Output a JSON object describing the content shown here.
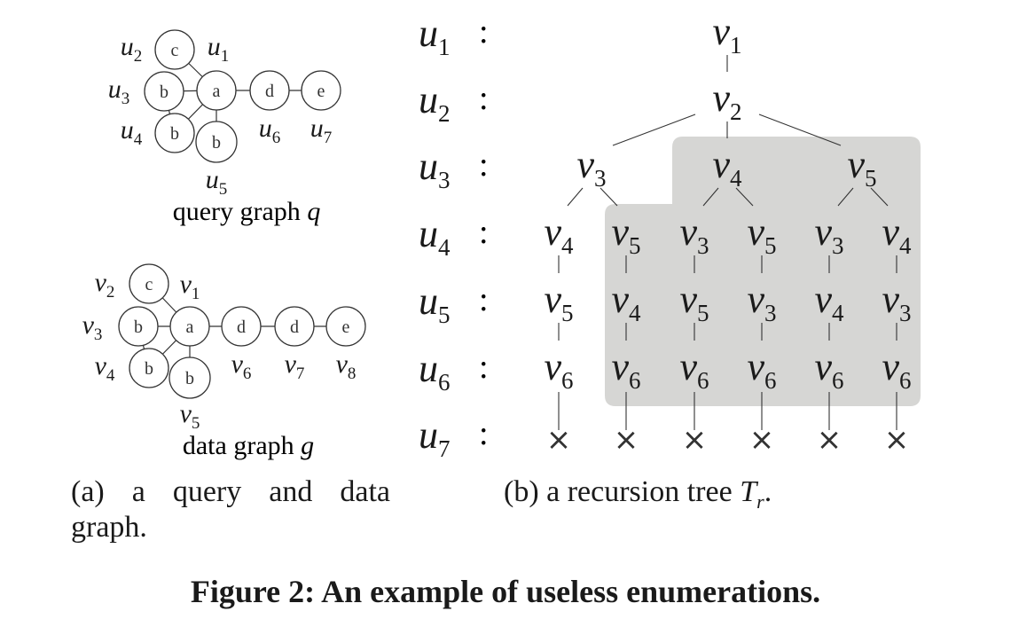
{
  "query_graph": {
    "caption_text": "query graph",
    "caption_var": "q",
    "nodes": [
      {
        "id": "u1",
        "label": "a",
        "var": "u",
        "sub": "1"
      },
      {
        "id": "u2",
        "label": "c",
        "var": "u",
        "sub": "2"
      },
      {
        "id": "u3",
        "label": "b",
        "var": "u",
        "sub": "3"
      },
      {
        "id": "u4",
        "label": "b",
        "var": "u",
        "sub": "4"
      },
      {
        "id": "u5",
        "label": "b",
        "var": "u",
        "sub": "5"
      },
      {
        "id": "u6",
        "label": "d",
        "var": "u",
        "sub": "6"
      },
      {
        "id": "u7",
        "label": "e",
        "var": "u",
        "sub": "7"
      }
    ],
    "edges": [
      [
        "u1",
        "u2"
      ],
      [
        "u1",
        "u3"
      ],
      [
        "u1",
        "u4"
      ],
      [
        "u1",
        "u5"
      ],
      [
        "u1",
        "u6"
      ],
      [
        "u6",
        "u7"
      ],
      [
        "u3",
        "u4"
      ]
    ]
  },
  "data_graph": {
    "caption_text": "data graph",
    "caption_var": "g",
    "nodes": [
      {
        "id": "v1",
        "label": "a",
        "var": "v",
        "sub": "1"
      },
      {
        "id": "v2",
        "label": "c",
        "var": "v",
        "sub": "2"
      },
      {
        "id": "v3",
        "label": "b",
        "var": "v",
        "sub": "3"
      },
      {
        "id": "v4",
        "label": "b",
        "var": "v",
        "sub": "4"
      },
      {
        "id": "v5",
        "label": "b",
        "var": "v",
        "sub": "5"
      },
      {
        "id": "v6",
        "label": "d",
        "var": "v",
        "sub": "6"
      },
      {
        "id": "v7",
        "label": "d",
        "var": "v",
        "sub": "7"
      },
      {
        "id": "v8",
        "label": "e",
        "var": "v",
        "sub": "8"
      }
    ],
    "edges": [
      [
        "v1",
        "v2"
      ],
      [
        "v1",
        "v3"
      ],
      [
        "v1",
        "v4"
      ],
      [
        "v1",
        "v5"
      ],
      [
        "v1",
        "v6"
      ],
      [
        "v6",
        "v7"
      ],
      [
        "v7",
        "v8"
      ],
      [
        "v3",
        "v4"
      ]
    ]
  },
  "recursion_tree": {
    "levels": [
      {
        "var": "u",
        "sub": "1"
      },
      {
        "var": "u",
        "sub": "2"
      },
      {
        "var": "u",
        "sub": "3"
      },
      {
        "var": "u",
        "sub": "4"
      },
      {
        "var": "u",
        "sub": "5"
      },
      {
        "var": "u",
        "sub": "6"
      },
      {
        "var": "u",
        "sub": "7"
      }
    ],
    "level_separator": ":",
    "failure_mark": "×",
    "nodes": [
      {
        "id": "n1",
        "sub": "1"
      },
      {
        "id": "n2",
        "sub": "2",
        "parent": "n1"
      },
      {
        "id": "n3",
        "sub": "3",
        "parent": "n2"
      },
      {
        "id": "n4",
        "sub": "4",
        "parent": "n2"
      },
      {
        "id": "n5",
        "sub": "5",
        "parent": "n2"
      },
      {
        "id": "n6",
        "sub": "4",
        "parent": "n3"
      },
      {
        "id": "n7",
        "sub": "5",
        "parent": "n3"
      },
      {
        "id": "n8",
        "sub": "3",
        "parent": "n4"
      },
      {
        "id": "n9",
        "sub": "5",
        "parent": "n4"
      },
      {
        "id": "n10",
        "sub": "3",
        "parent": "n5"
      },
      {
        "id": "n11",
        "sub": "4",
        "parent": "n5"
      },
      {
        "id": "n12",
        "sub": "5",
        "parent": "n6"
      },
      {
        "id": "n13",
        "sub": "4",
        "parent": "n7"
      },
      {
        "id": "n14",
        "sub": "5",
        "parent": "n8"
      },
      {
        "id": "n15",
        "sub": "3",
        "parent": "n9"
      },
      {
        "id": "n16",
        "sub": "4",
        "parent": "n10"
      },
      {
        "id": "n17",
        "sub": "3",
        "parent": "n11"
      },
      {
        "id": "n18",
        "sub": "6",
        "parent": "n12"
      },
      {
        "id": "n19",
        "sub": "6",
        "parent": "n13"
      },
      {
        "id": "n20",
        "sub": "6",
        "parent": "n14"
      },
      {
        "id": "n21",
        "sub": "6",
        "parent": "n15"
      },
      {
        "id": "n22",
        "sub": "6",
        "parent": "n16"
      },
      {
        "id": "n23",
        "sub": "6",
        "parent": "n17"
      }
    ],
    "shaded_color": "#d6d6d4"
  },
  "captions": {
    "a_line1": "(a) a query and data",
    "a_line2": "graph.",
    "b_text": "(b) a recursion tree ",
    "b_var": "T",
    "b_sub": "r",
    "b_end": "."
  },
  "figure_title": "Figure 2: An example of useless enumerations."
}
